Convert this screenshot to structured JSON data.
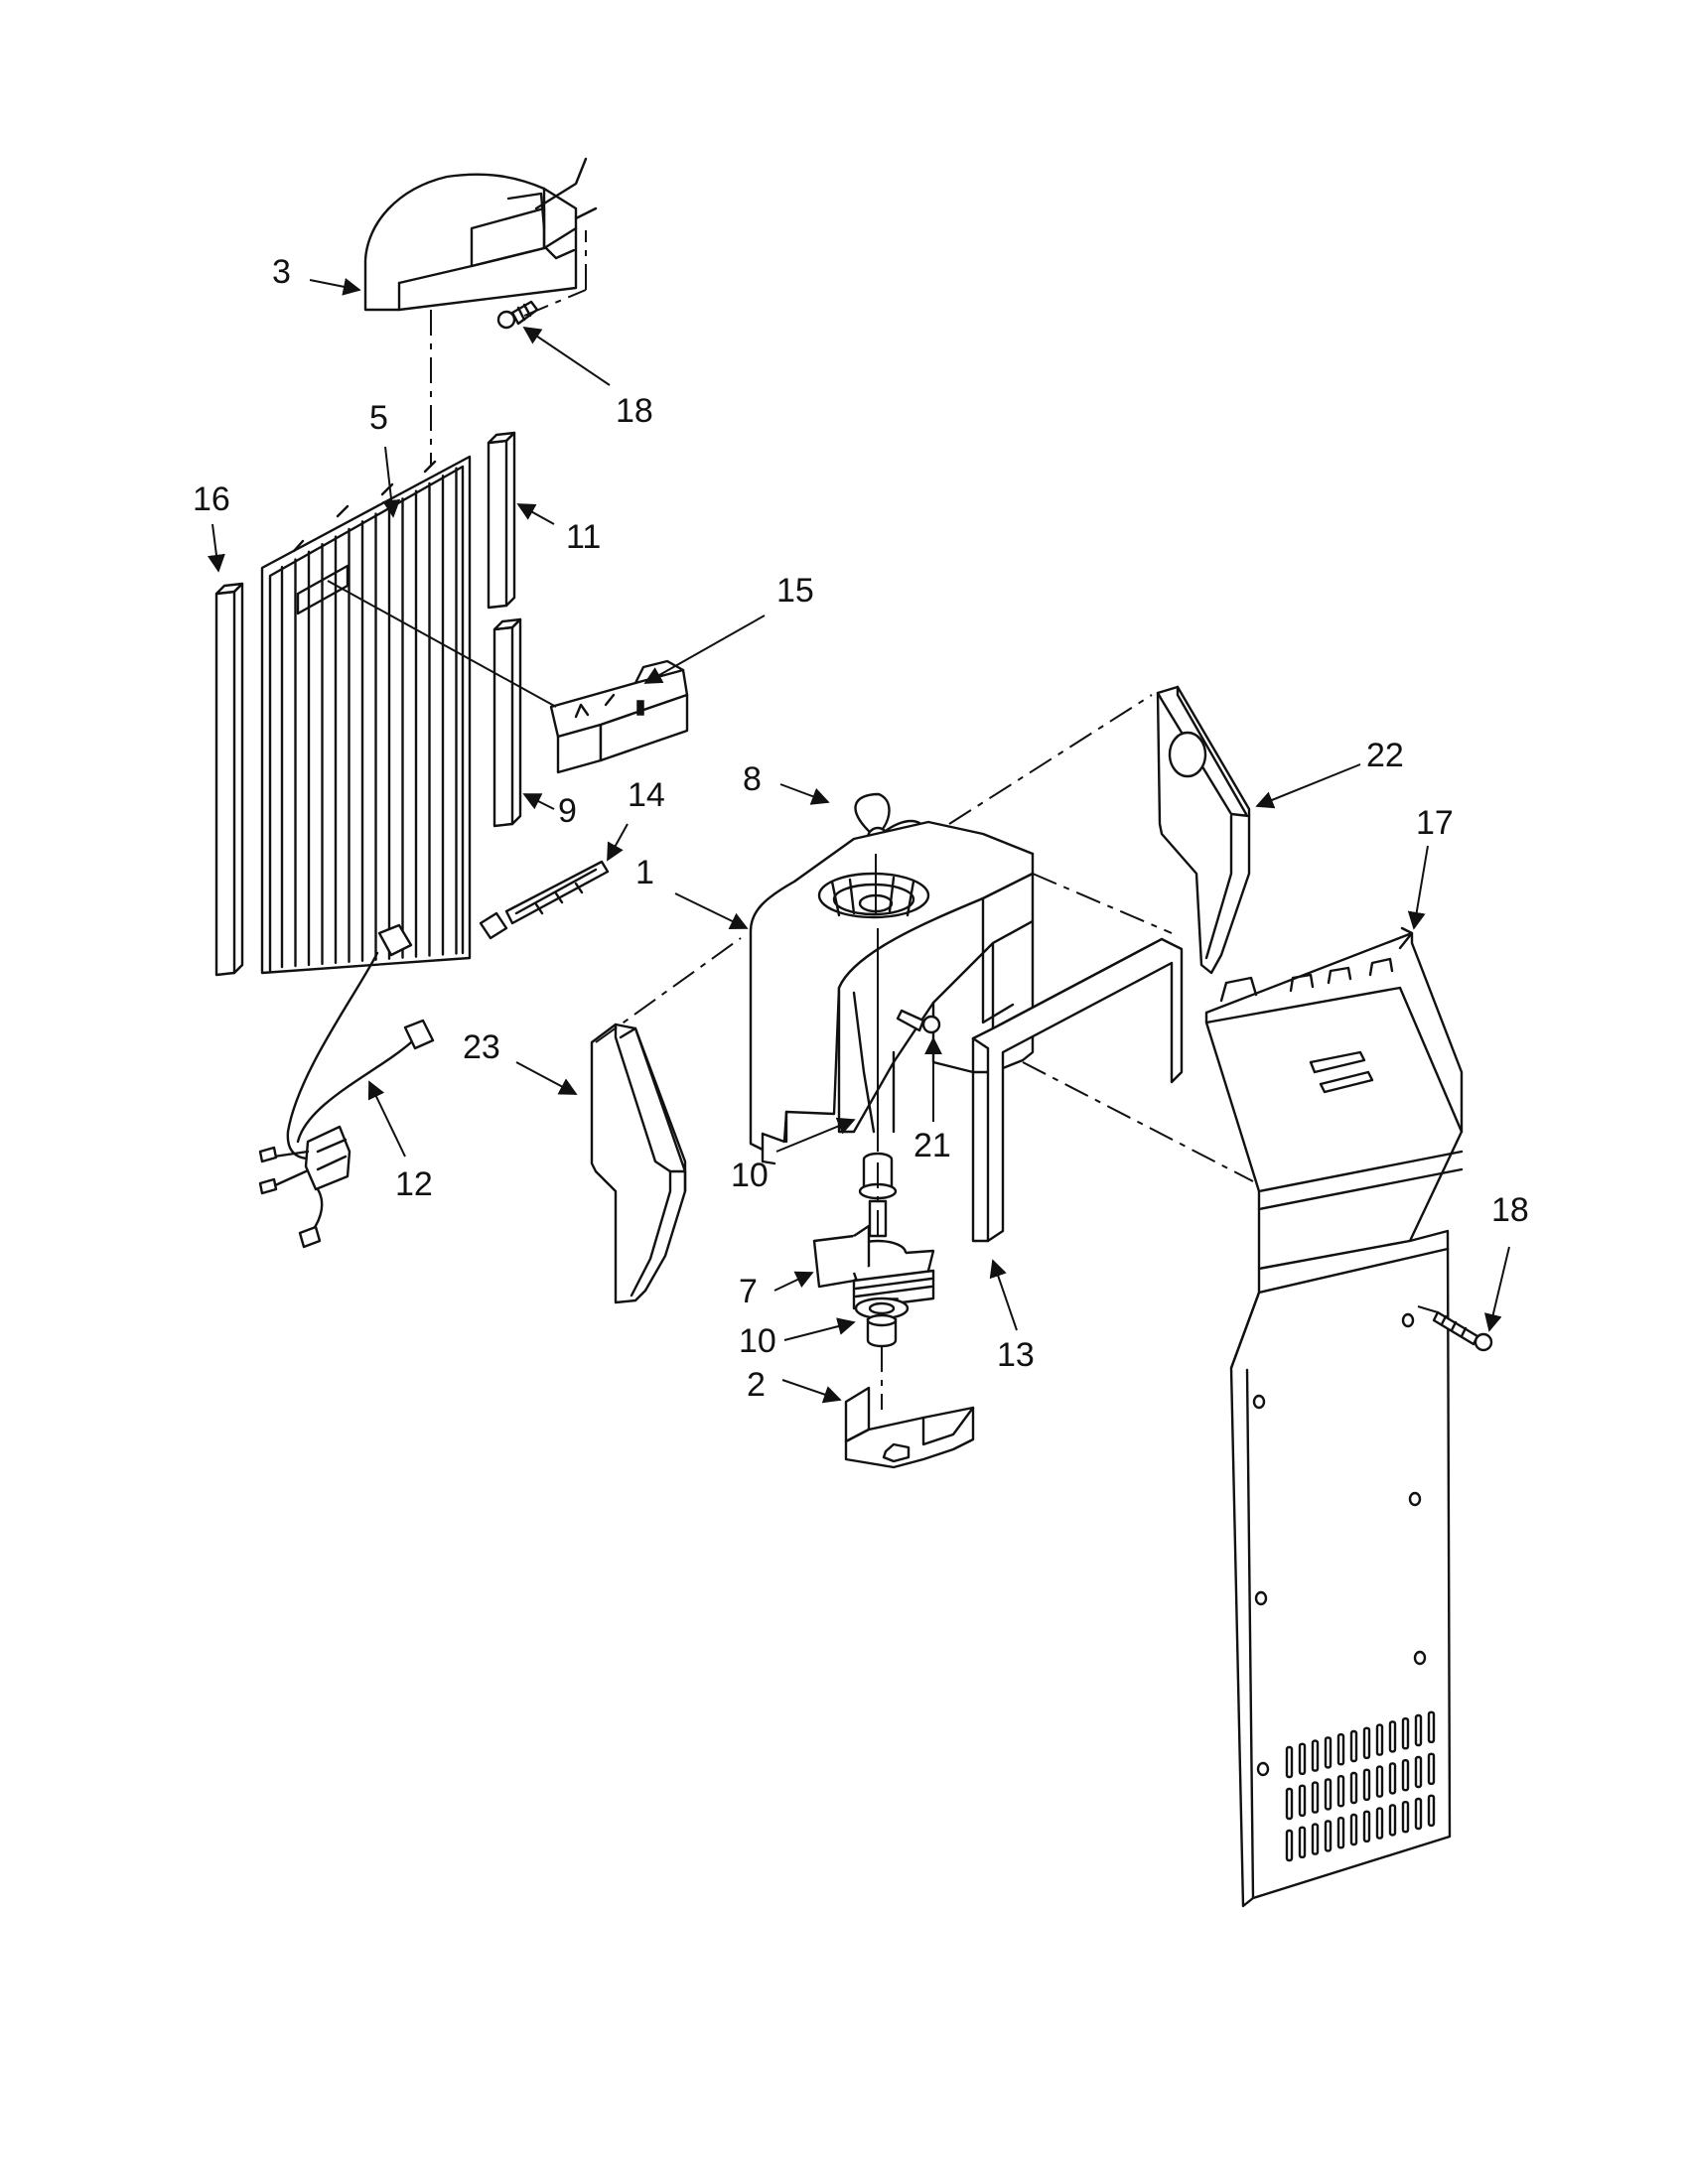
{
  "callouts": [
    {
      "id": "c3",
      "label": "3"
    },
    {
      "id": "c18a",
      "label": "18"
    },
    {
      "id": "c5",
      "label": "5"
    },
    {
      "id": "c16",
      "label": "16"
    },
    {
      "id": "c11",
      "label": "11"
    },
    {
      "id": "c15",
      "label": "15"
    },
    {
      "id": "c9",
      "label": "9"
    },
    {
      "id": "c14",
      "label": "14"
    },
    {
      "id": "c8",
      "label": "8"
    },
    {
      "id": "c1",
      "label": "1"
    },
    {
      "id": "c22",
      "label": "22"
    },
    {
      "id": "c17",
      "label": "17"
    },
    {
      "id": "c23",
      "label": "23"
    },
    {
      "id": "c21",
      "label": "21"
    },
    {
      "id": "c12",
      "label": "12"
    },
    {
      "id": "c10a",
      "label": "10"
    },
    {
      "id": "c13",
      "label": "13"
    },
    {
      "id": "c18b",
      "label": "18"
    },
    {
      "id": "c7",
      "label": "7"
    },
    {
      "id": "c10b",
      "label": "10"
    },
    {
      "id": "c2",
      "label": "2"
    }
  ],
  "colors": {
    "ink": "#111111",
    "paper": "#ffffff"
  }
}
